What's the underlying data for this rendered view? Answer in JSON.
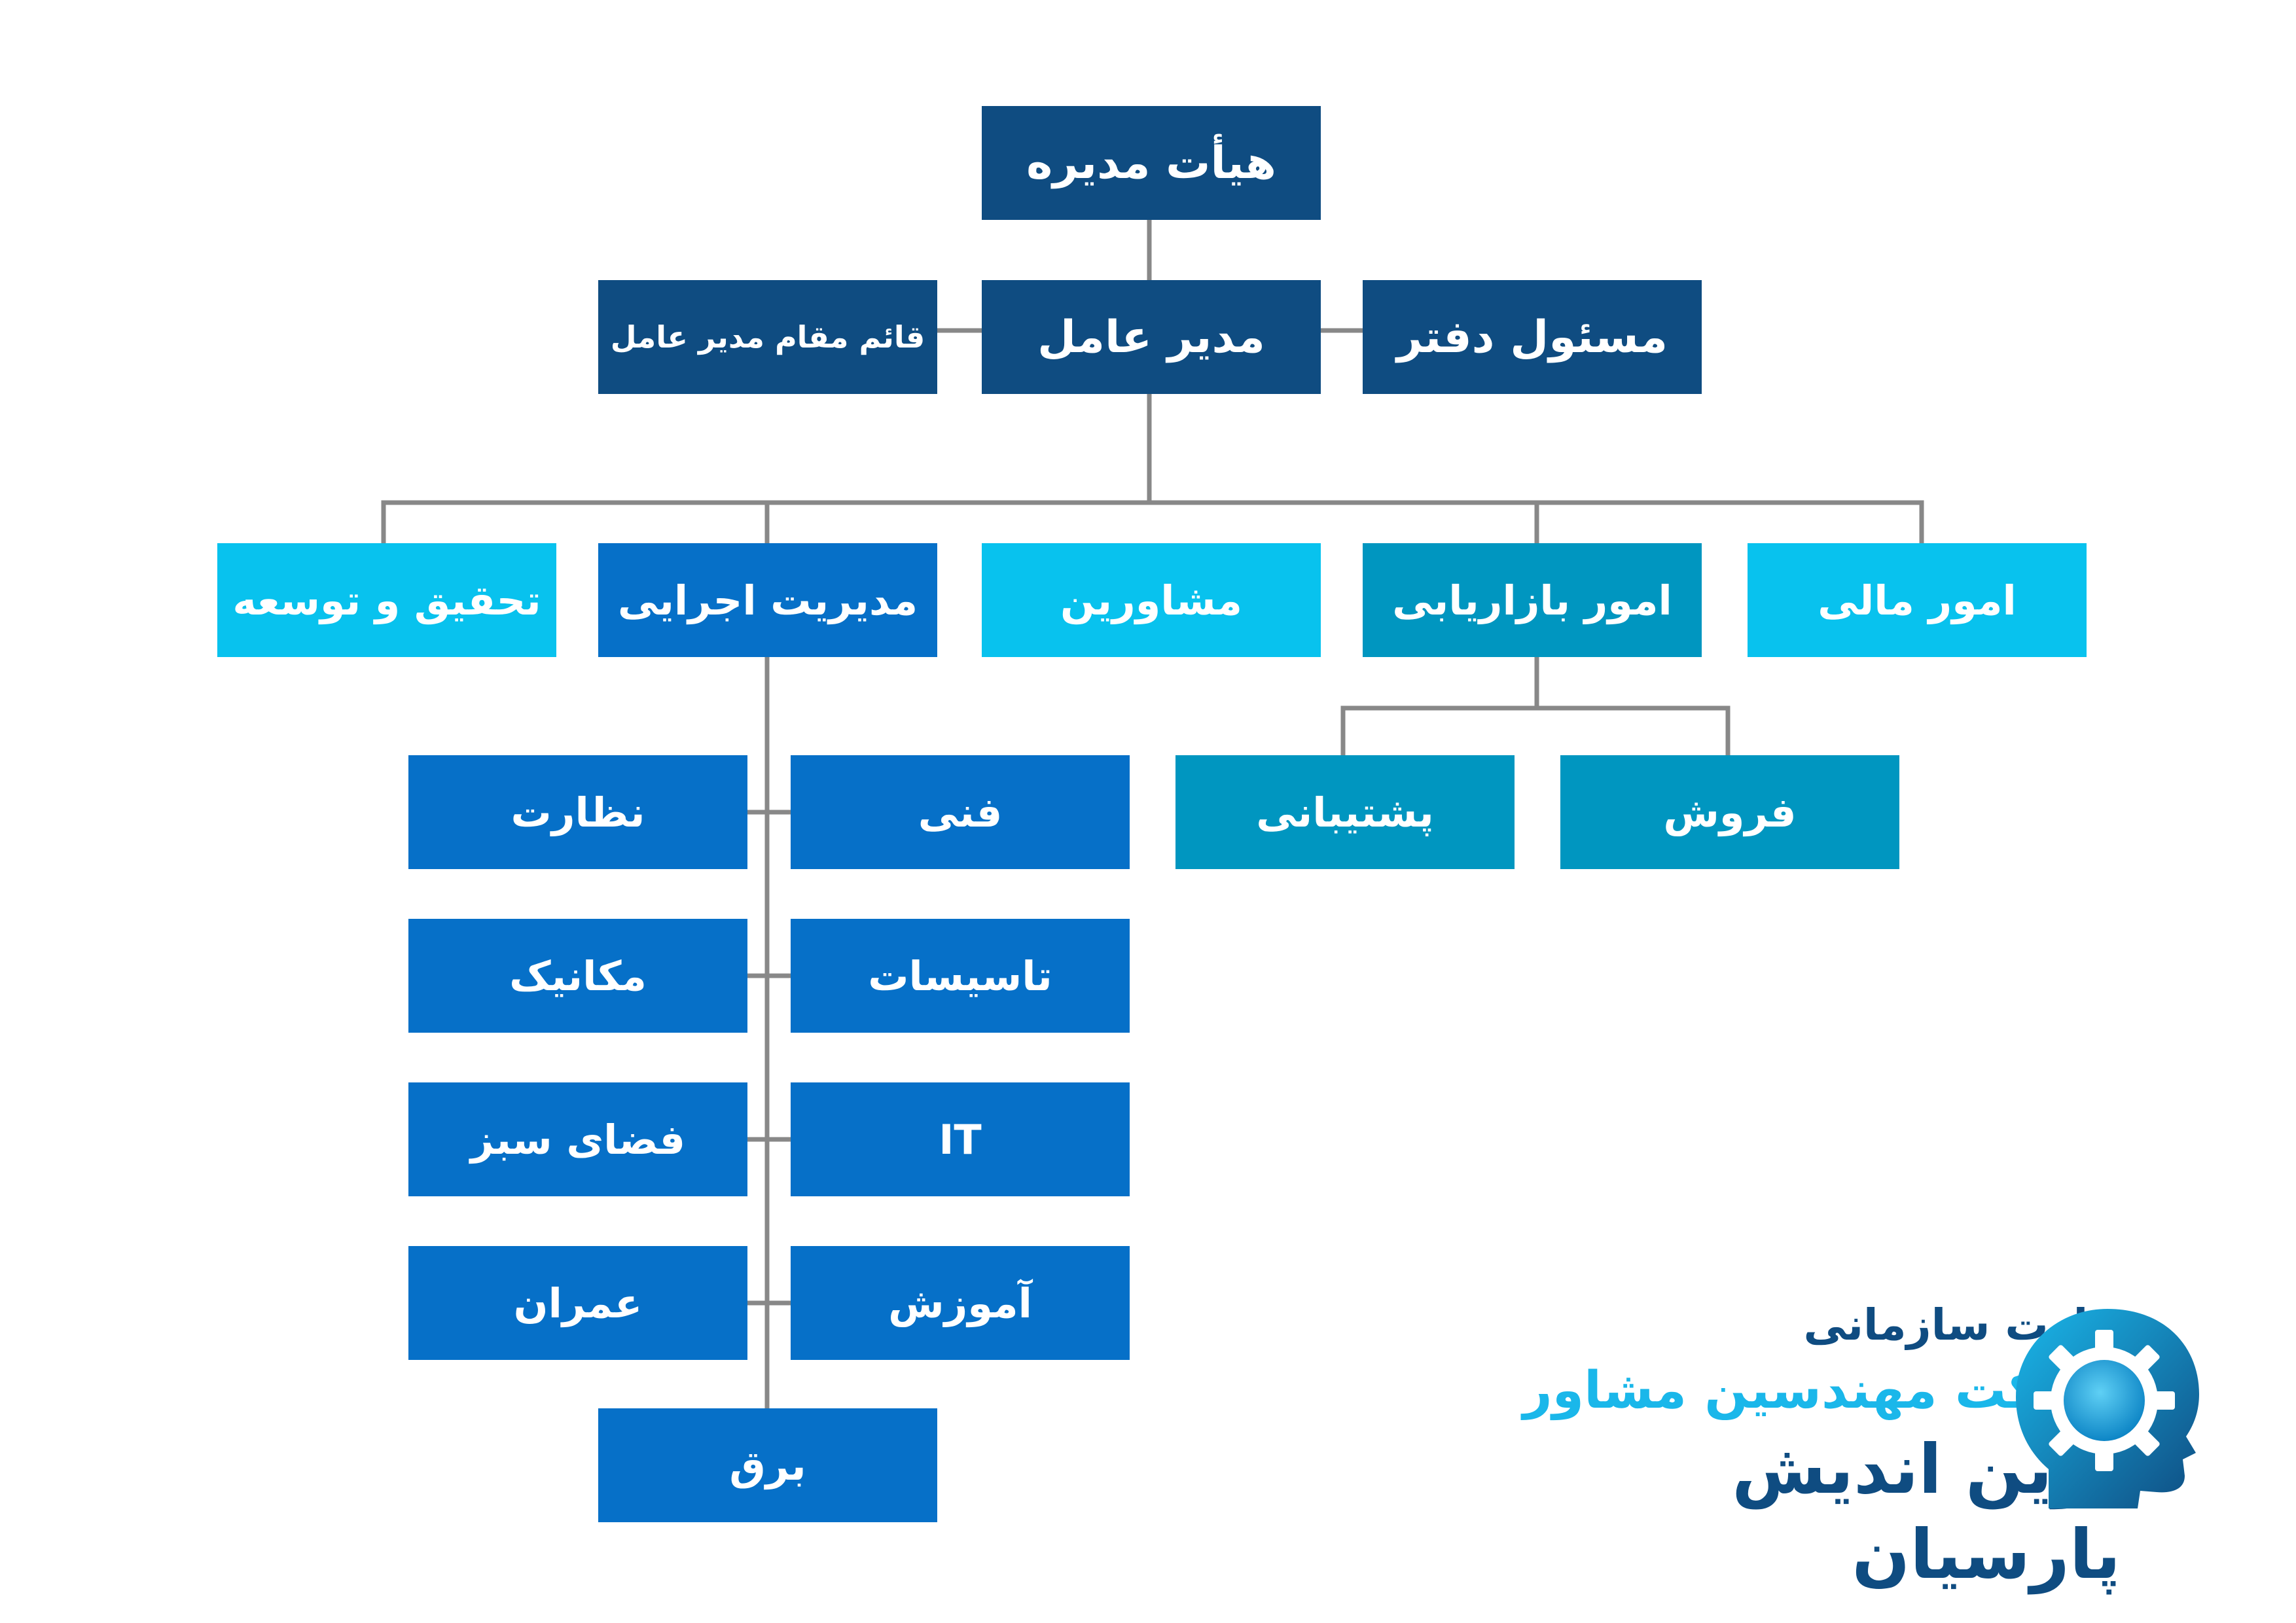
{
  "board": "هیأت مدیره",
  "ceo": "مدیر عامل",
  "deputy_ceo": "قائم مقام مدیر عامل",
  "office_manager": "مسئول دفتر",
  "departments": {
    "rnd": "تحقیق و توسعه",
    "executive": "مدیریت اجرایی",
    "advisors": "مشاورین",
    "marketing": "امور بازاریابی",
    "finance": "امور مالی"
  },
  "marketing_units": {
    "support": "پشتیبانی",
    "sales": "فروش"
  },
  "executive_units": [
    {
      "right": "فنی",
      "left": "نظارت"
    },
    {
      "right": "تاسیسات",
      "left": "مکانیک"
    },
    {
      "right": "IT",
      "left": "فضای سبز"
    },
    {
      "right": "آموزش",
      "left": "عمران"
    }
  ],
  "executive_bottom": "برق",
  "brand": {
    "subtitle": "چارت سازمانی",
    "name_line1": "شرکت مهندسین مشاور",
    "name_line2": "نوین اندیش پارسیان"
  },
  "colors": {
    "dark_navy": "#0f4c81",
    "light_cyan": "#08c2ee",
    "teal": "#0096c0",
    "medium_blue": "#0670c8",
    "connector_gray": "#888888"
  },
  "icons": [
    "gear-head-logo-icon"
  ]
}
